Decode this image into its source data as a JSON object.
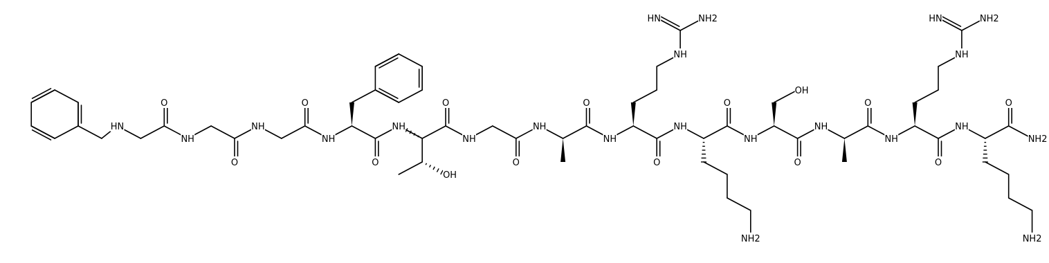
{
  "structure": {
    "atoms": {
      "nh_bn": "HN",
      "nh_gly1": "NH",
      "nh_gly2": "NH",
      "nh_phe": "NH",
      "nh_thr": "NH",
      "nh_gly3": "NH",
      "nh_ala1": "NH",
      "nh_arg1": "NH",
      "nh_lys1": "NH",
      "nh_ser": "NH",
      "nh_ala2": "NH",
      "nh_arg2": "NH",
      "nh_lys2": "NH",
      "o1": "O",
      "o2": "O",
      "o3": "O",
      "o4": "O",
      "o5": "O",
      "o6": "O",
      "o7": "O",
      "o8": "O",
      "o9": "O",
      "o10": "O",
      "o11": "O",
      "o12": "O",
      "o13": "O",
      "thr_oh": "OH",
      "ser_oh": "OH",
      "arg1_imine": "HN",
      "arg1_nh2": "NH2",
      "arg1_nh": "NH",
      "arg2_imine": "HN",
      "arg2_nh2": "NH2",
      "arg2_nh": "NH",
      "lys1_nh2": "NH2",
      "lys2_nh2": "NH2",
      "c_term_nh2": "NH2"
    }
  }
}
